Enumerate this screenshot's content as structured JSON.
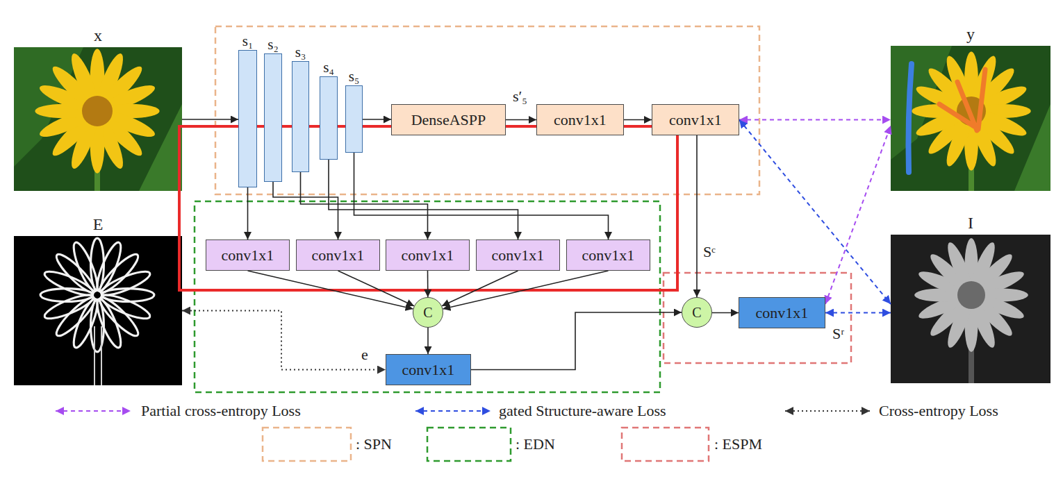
{
  "diagram": {
    "nodes": [
      {
        "text": [
          "x"
        ]
      },
      {
        "text": [
          "s₁"
        ]
      },
      {
        "text": [
          "s₂"
        ]
      },
      {
        "text": [
          "s₃"
        ]
      },
      {
        "text": [
          "s₄"
        ]
      },
      {
        "text": [
          "s₅"
        ]
      },
      {
        "text": [
          "DenseASPP"
        ]
      },
      {
        "text": [
          "conv1x1"
        ]
      },
      {
        "text": [
          "conv1x1"
        ]
      },
      {
        "text": [
          "y"
        ]
      },
      {
        "text": [
          "E"
        ]
      },
      {
        "text": [
          "conv1x1"
        ]
      },
      {
        "text": [
          "conv1x1"
        ]
      },
      {
        "text": [
          "conv1x1"
        ]
      },
      {
        "text": [
          "conv1x1"
        ]
      },
      {
        "text": [
          "conv1x1"
        ]
      },
      {
        "text": [
          "C"
        ]
      },
      {
        "text": [
          "C"
        ]
      },
      {
        "text": [
          "conv1x1"
        ]
      },
      {
        "text": [
          "I"
        ]
      },
      {
        "text": [
          "conv1x1"
        ]
      }
    ],
    "edges": [
      {
        "from": 0,
        "to": 1,
        "arrow": "to"
      },
      {
        "from": 5,
        "to": 6,
        "arrow": "to"
      },
      {
        "from": 6,
        "to": 7,
        "label": "s′₅",
        "arrow": "to"
      },
      {
        "from": 7,
        "to": 8,
        "arrow": "to"
      },
      {
        "from": 8,
        "to": 17,
        "label": "Sᶜ",
        "arrow": "to"
      },
      {
        "from": 8,
        "to": 9,
        "arrow": "both"
      },
      {
        "from": 8,
        "to": 19,
        "arrow": "both"
      },
      {
        "from": 1,
        "to": 11,
        "arrow": "to"
      },
      {
        "from": 2,
        "to": 12,
        "arrow": "to"
      },
      {
        "from": 3,
        "to": 13,
        "arrow": "to"
      },
      {
        "from": 4,
        "to": 14,
        "arrow": "to"
      },
      {
        "from": 5,
        "to": 15,
        "arrow": "to"
      },
      {
        "from": 11,
        "to": 16,
        "arrow": "to"
      },
      {
        "from": 12,
        "to": 16,
        "arrow": "to"
      },
      {
        "from": 13,
        "to": 16,
        "arrow": "to"
      },
      {
        "from": 14,
        "to": 16,
        "arrow": "to"
      },
      {
        "from": 15,
        "to": 16,
        "arrow": "to"
      },
      {
        "from": 16,
        "to": 20,
        "arrow": "to"
      },
      {
        "from": 20,
        "to": 17,
        "arrow": "to"
      },
      {
        "from": 17,
        "to": 18,
        "arrow": "to"
      },
      {
        "from": 18,
        "to": 9,
        "arrow": "both"
      },
      {
        "from": 18,
        "to": 19,
        "arrow": "both"
      },
      {
        "from": 10,
        "to": 20,
        "label": "e",
        "arrow": "both"
      }
    ],
    "labels": [
      "Sʳ"
    ],
    "legend": [
      {
        "text": "Partial cross-entropy Loss"
      },
      {
        "text": "gated Structure-aware Loss"
      },
      {
        "text": "Cross-entropy Loss"
      },
      {
        "text": ": SPN"
      },
      {
        "text": ": EDN"
      },
      {
        "text": ": ESPM"
      }
    ]
  }
}
